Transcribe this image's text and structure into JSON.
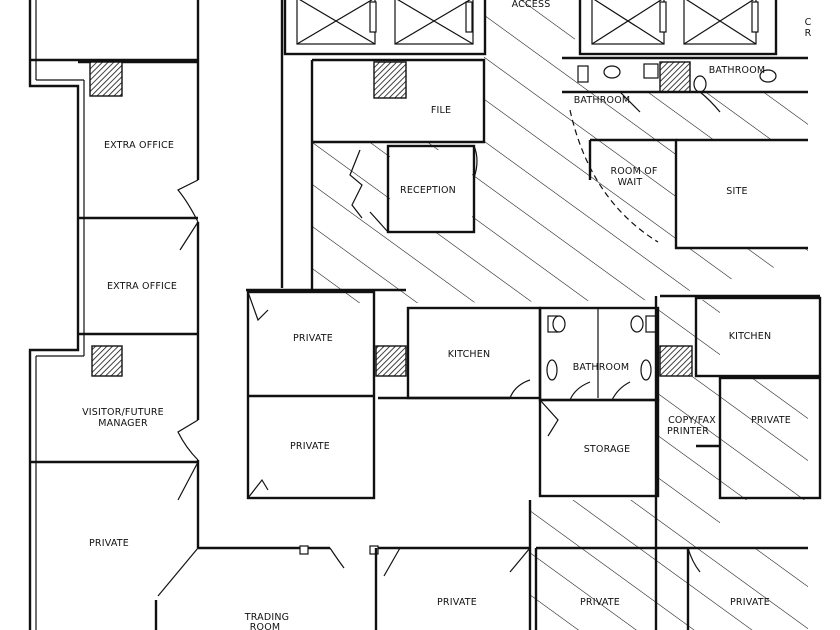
{
  "rooms": {
    "access": "ACCESS",
    "file": "FILE",
    "reception": "RECEPTION",
    "bathroom_top_1": "BATHROOM",
    "bathroom_top_2": "BATHROOM",
    "room_of_wait_1": "ROOM OF",
    "room_of_wait_2": "WAIT",
    "site": "SITE",
    "extra_office_1": "EXTRA OFFICE",
    "extra_office_2": "EXTRA OFFICE",
    "visitor_1": "VISITOR/FUTURE",
    "visitor_2": "MANAGER",
    "private_left": "PRIVATE",
    "private_mid_top": "PRIVATE",
    "private_mid_bottom": "PRIVATE",
    "kitchen_mid": "KITCHEN",
    "bathroom_mid": "BATHROOM",
    "storage": "STORAGE",
    "kitchen_right": "KITCHEN",
    "copy_fax_1": "COPY/FAX",
    "copy_fax_2": "PRINTER",
    "private_right": "PRIVATE",
    "trading_1": "TRADING",
    "trading_2": "ROOM",
    "private_bottom_1": "PRIVATE",
    "private_bottom_2": "PRIVATE",
    "private_bottom_3": "PRIVATE",
    "edge_c": "C",
    "edge_r": "R"
  }
}
